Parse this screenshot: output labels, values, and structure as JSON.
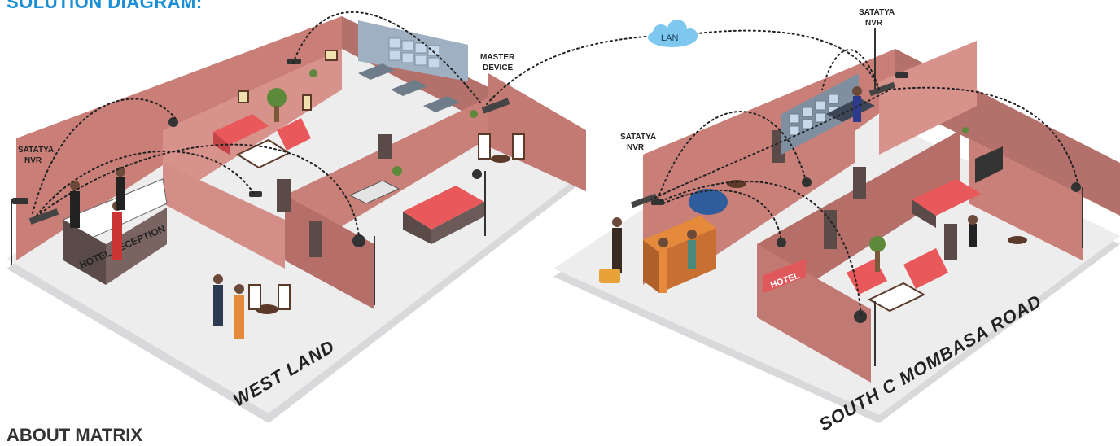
{
  "heading": "SOLUTION DIAGRAM:",
  "footer_heading": "ABOUT MATRIX",
  "network": {
    "label": "LAN"
  },
  "west_site": {
    "name": "WEST LAND",
    "nvr_line1": "SATATYA",
    "nvr_line2": "NVR",
    "master_line1": "MASTER",
    "master_line2": "DEVICE",
    "reception_sign": "HOTEL RECEPTION"
  },
  "south_site": {
    "name": "SOUTH C MOMBASA ROAD",
    "nvr_left_line1": "SATATYA",
    "nvr_left_line2": "NVR",
    "nvr_top_line1": "SATATYA",
    "nvr_top_line2": "NVR",
    "hotel_sign": "HOTEL"
  },
  "colors": {
    "heading": "#1a8fd6",
    "floor": "#e9eaec",
    "wall": "#c97f78",
    "wall_dark": "#a95f58",
    "sofa": "#e9585a",
    "cloud": "#7ec8f0"
  }
}
